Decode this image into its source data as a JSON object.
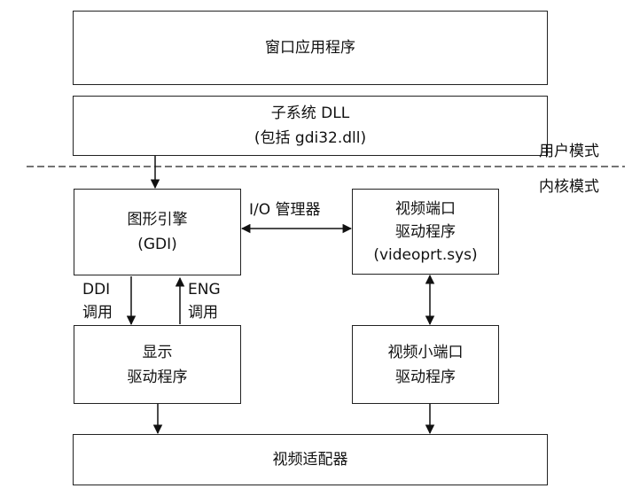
{
  "boxes": {
    "window_app": {
      "lines": [
        "窗口应用程序"
      ]
    },
    "subsystem_dll": {
      "lines": [
        "子系统 DLL",
        "(包括 gdi32.dll)"
      ]
    },
    "gdi": {
      "lines": [
        "图形引擎",
        "(GDI)"
      ]
    },
    "video_port": {
      "lines": [
        "视频端口",
        "驱动程序",
        "(videoprt.sys)"
      ]
    },
    "display_driver": {
      "lines": [
        "显示",
        "驱动程序"
      ]
    },
    "video_miniport": {
      "lines": [
        "视频小端口",
        "驱动程序"
      ]
    },
    "video_adapter": {
      "lines": [
        "视频适配器"
      ]
    }
  },
  "labels": {
    "user_mode": "用户模式",
    "kernel_mode": "内核模式",
    "io_manager": "I/O 管理器",
    "ddi_line1": "DDI",
    "ddi_line2": "调用",
    "eng_line1": "ENG",
    "eng_line2": "调用"
  }
}
